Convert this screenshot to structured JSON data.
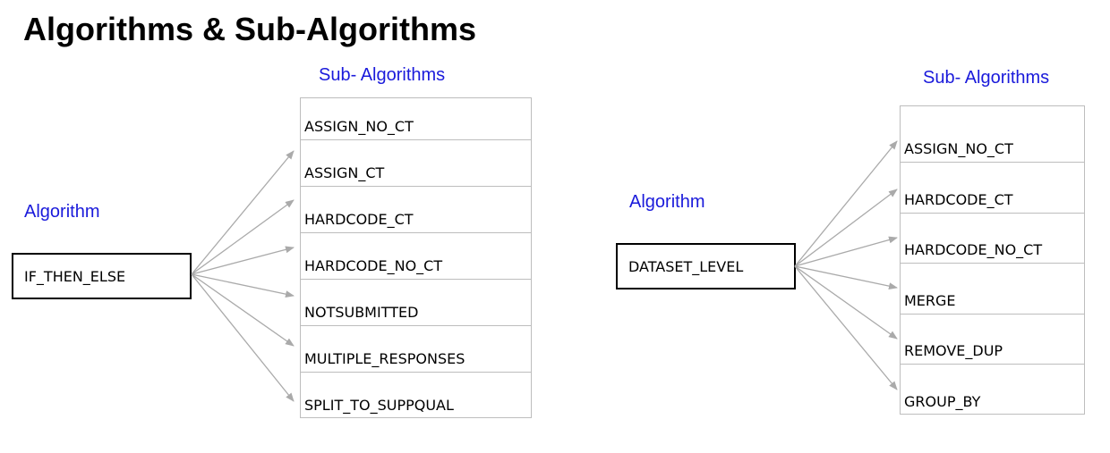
{
  "title": "Algorithms & Sub-Algorithms",
  "colors": {
    "label_blue": "#1a1adb",
    "arrow_gray": "#aaaaaa",
    "table_border": "#bdbdbd"
  },
  "left": {
    "algorithm_label": "Algorithm",
    "sub_label": "Sub- Algorithms",
    "algorithm": "IF_THEN_ELSE",
    "sub_algorithms": [
      "ASSIGN_NO_CT",
      "ASSIGN_CT",
      "HARDCODE_CT",
      "HARDCODE_NO_CT",
      "NOTSUBMITTED",
      "MULTIPLE_RESPONSES",
      "SPLIT_TO_SUPPQUAL"
    ]
  },
  "right": {
    "algorithm_label": "Algorithm",
    "sub_label": "Sub- Algorithms",
    "algorithm": "DATASET_LEVEL",
    "sub_algorithms": [
      "ASSIGN_NO_CT",
      "HARDCODE_CT",
      "HARDCODE_NO_CT",
      "MERGE",
      "REMOVE_DUP",
      "GROUP_BY"
    ]
  }
}
